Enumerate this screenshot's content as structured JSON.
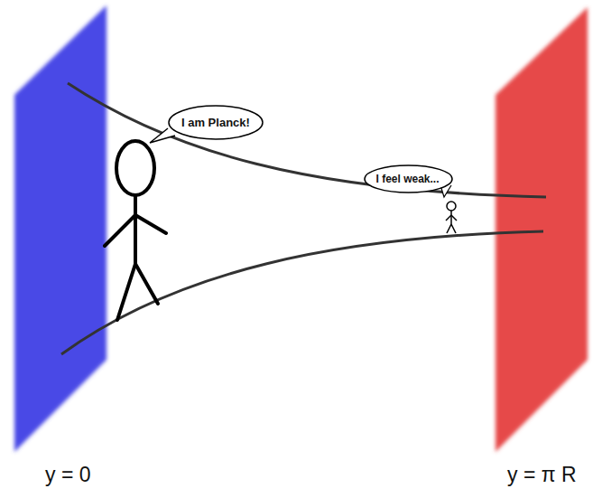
{
  "diagram": {
    "nodes": [
      {
        "text": [
          "I am Planck!"
        ]
      },
      {
        "text": [
          "I feel weak..."
        ]
      }
    ],
    "labels": [
      "y = 0",
      "y = π R"
    ]
  }
}
